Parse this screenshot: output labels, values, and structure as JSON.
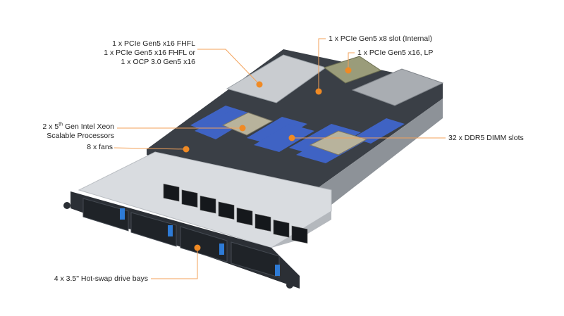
{
  "callouts": {
    "pcie_fhfl": {
      "lines": [
        "1 x PCIe Gen5 x16 FHFL",
        "1 x PCIe Gen5 x16 FHFL or",
        "1 x OCP 3.0 Gen5 x16"
      ]
    },
    "pcie_internal": {
      "text": "1 x PCIe Gen5 x8 slot (Internal)"
    },
    "pcie_lp": {
      "text": "1 x PCIe Gen5 x16, LP"
    },
    "cpu": {
      "prefix": "2 x 5",
      "superscript": "th",
      "suffix": " Gen Intel Xeon",
      "line2": "Scalable Processors"
    },
    "fans": {
      "text": "8 x fans"
    },
    "dimm": {
      "text": "32 x DDR5 DIMM slots"
    },
    "drive_bays": {
      "text": "4 x 3.5\" Hot-swap drive bays"
    }
  },
  "colors": {
    "marker": "#f08a24",
    "leader": "#f3a25a",
    "chassis_light": "#d9dce0",
    "chassis_dark": "#2b2f35",
    "dimm": "#3f63c4",
    "drive_tab": "#2e7bd6"
  }
}
